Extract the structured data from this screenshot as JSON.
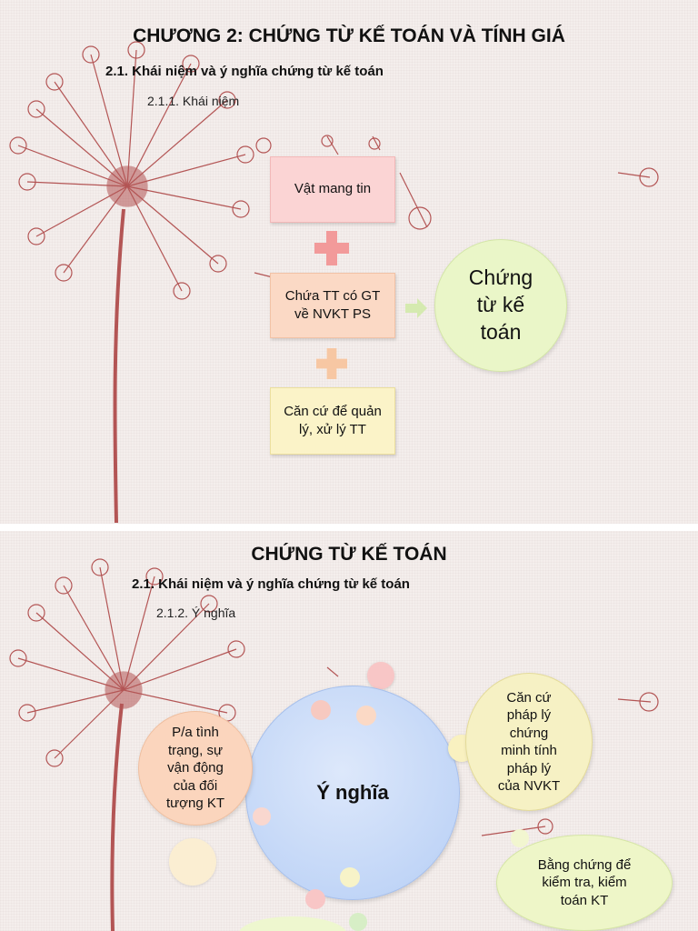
{
  "slide1": {
    "title": "CHƯƠNG 2: CHỨNG TỪ KẾ TOÁN VÀ TÍNH GIÁ",
    "section": "2.1. Khái niệm và ý nghĩa chứng từ kế toán",
    "subsection": "2.1.1. Khái niệm",
    "box1": "Vật mang tin",
    "box2_line1": "Chứa TT có GT",
    "box2_line2": "về NVKT PS",
    "box3_line1": "Căn cứ để quản",
    "box3_line2": "lý, xử lý TT",
    "result_line1": "Chứng",
    "result_line2": "từ kế",
    "result_line3": "toán"
  },
  "slide2": {
    "title": "CHỨNG TỪ KẾ TOÁN",
    "section": "2.1. Khái niệm và ý nghĩa chứng từ kế toán",
    "subsection": "2.1.2. Ý nghĩa",
    "center": "Ý nghĩa",
    "left": [
      "P/a tình",
      "trạng, sự",
      "vận động",
      "của đối",
      "tượng KT"
    ],
    "right": [
      "Căn cứ",
      "pháp lý",
      "chứng",
      "minh tính",
      "pháp lý",
      "của NVKT"
    ],
    "bottom_right": [
      "Bằng chứng để",
      "kiểm tra, kiểm",
      "toán KT"
    ]
  },
  "colors": {
    "flower": "#a83a3a",
    "box1_fill": "#fbd4d4",
    "box2_fill": "#fbd9c5",
    "box3_fill": "#fbf3c8",
    "plus1": "#f29a9a",
    "plus2": "#f7c7a3",
    "result_fill": "#eaf6c8",
    "center_fill": "#bcd4f6",
    "left_fill": "#fbd5bd",
    "right_fill": "#f6f1c4",
    "bottom_right_fill": "#eef6c8"
  }
}
